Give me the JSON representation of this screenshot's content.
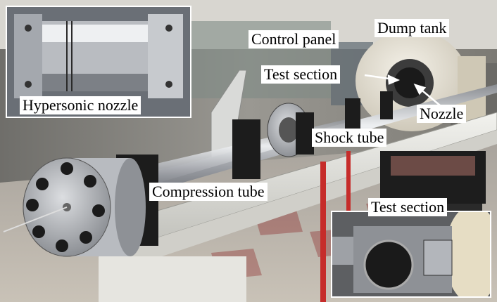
{
  "labels": {
    "hypersonic_nozzle": "Hypersonic nozzle",
    "control_panel": "Control panel",
    "dump_tank": "Dump tank",
    "test_section_main": "Test section",
    "nozzle": "Nozzle",
    "shock_tube": "Shock tube",
    "compression_tube": "Compression tube",
    "test_section_inset": "Test section"
  },
  "colors": {
    "floor": "#b9b2a9",
    "background": "#8c8a86",
    "steel": "#c9ccd1",
    "rail": "#e7e7e3",
    "bracket": "#1c1c1c",
    "stand_red": "#c62c2a",
    "label_bg": "#ffffff",
    "label_text": "#000000"
  }
}
